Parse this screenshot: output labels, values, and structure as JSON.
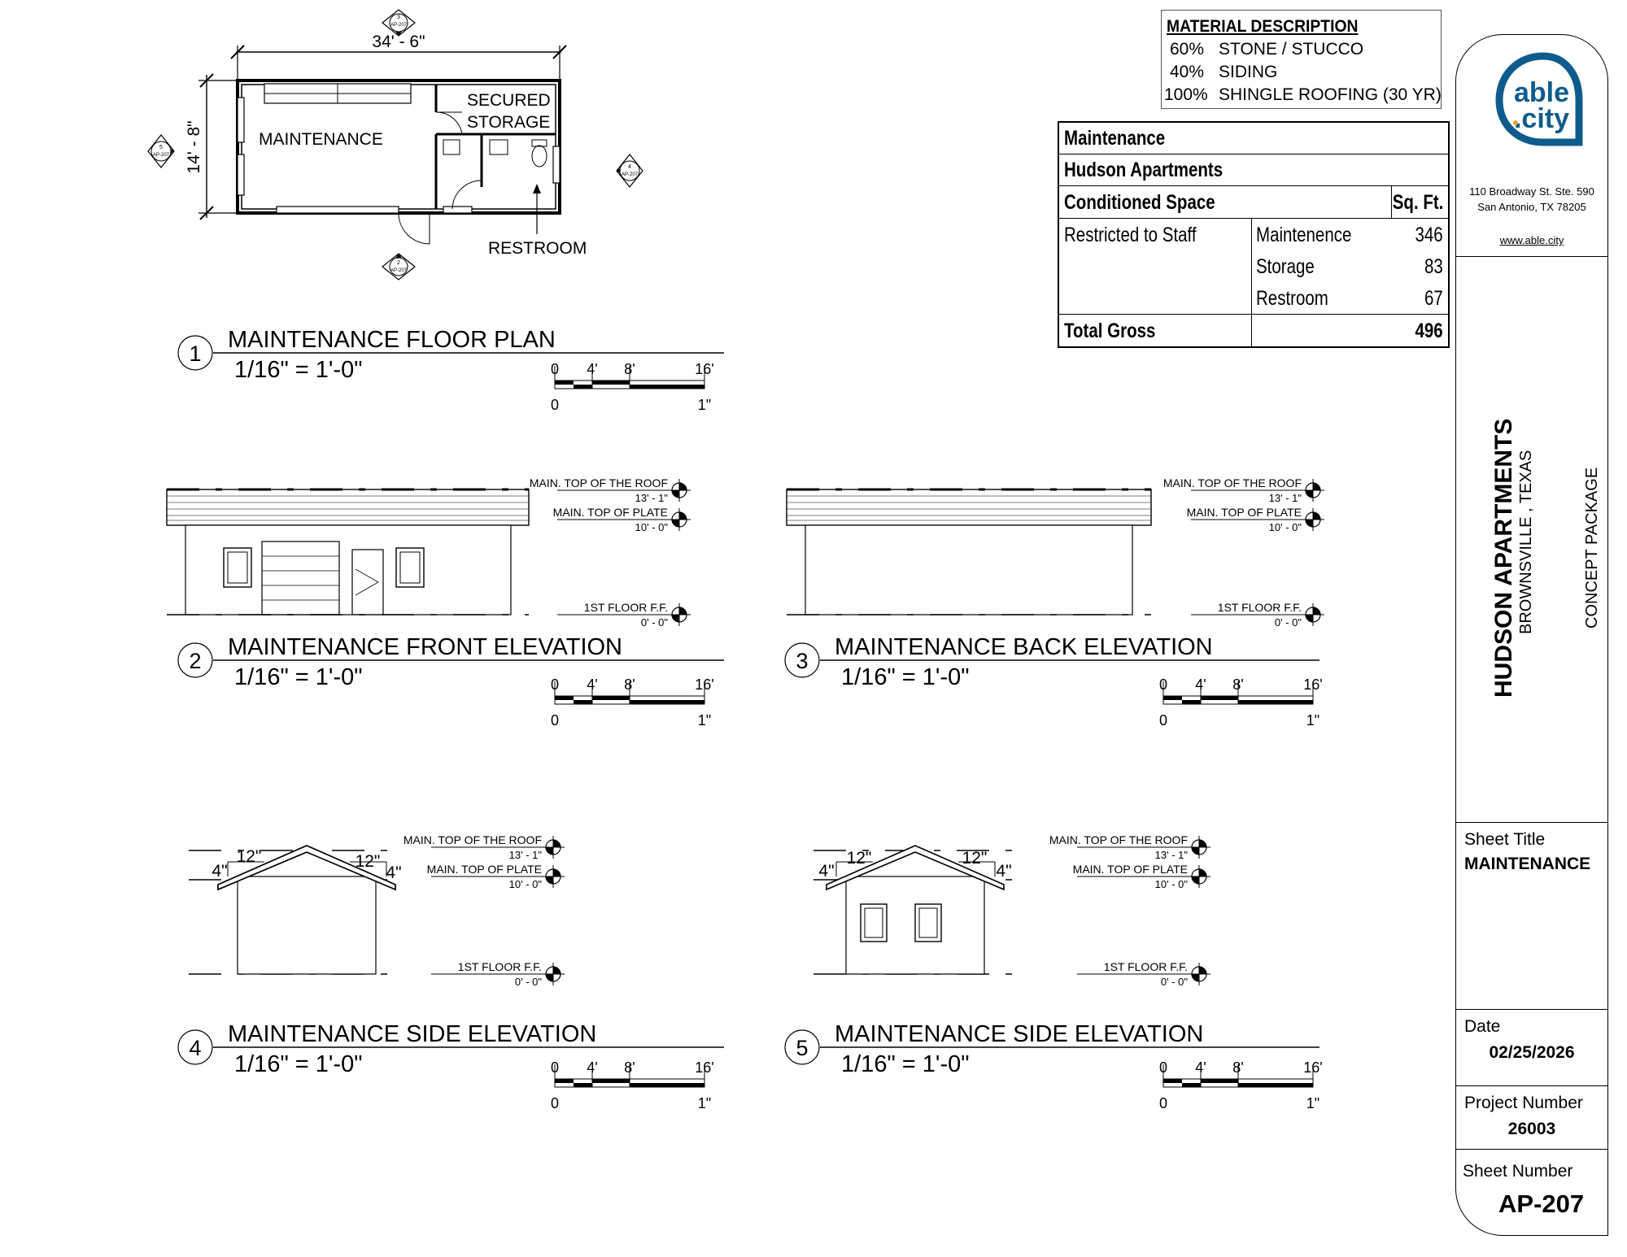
{
  "material": {
    "title": "MATERIAL DESCRIPTION",
    "rows": [
      {
        "pct": "60%",
        "desc": "STONE / STUCCO"
      },
      {
        "pct": "40%",
        "desc": "SIDING"
      },
      {
        "pct": "100%",
        "desc": "SHINGLE ROOFING (30 YR)"
      }
    ]
  },
  "area_table": {
    "title": "Maintenance",
    "project": "Hudson Apartments",
    "header_left": "Conditioned Space",
    "header_right": "Sq. Ft.",
    "group": "Restricted to Staff",
    "rows": [
      {
        "name": "Maintenence",
        "value": "346"
      },
      {
        "name": "Storage",
        "value": "83"
      },
      {
        "name": "Restroom",
        "value": "67"
      }
    ],
    "total_label": "Total Gross",
    "total_value": "496"
  },
  "plan": {
    "width_dim": "34' - 6\"",
    "height_dim": "14' - 8\"",
    "room_maintenance": "MAINTENANCE",
    "room_storage_1": "SECURED",
    "room_storage_2": "STORAGE",
    "room_restroom": "RESTROOM",
    "tag_top_num": "3",
    "tag_bottom_num": "2",
    "tag_left_num": "5",
    "tag_right_num": "4",
    "tag_sheet": "AP-207"
  },
  "views": [
    {
      "num": "1",
      "title": "MAINTENANCE FLOOR PLAN",
      "scale": "1/16\" = 1'-0\""
    },
    {
      "num": "2",
      "title": "MAINTENANCE FRONT ELEVATION",
      "scale": "1/16\" = 1'-0\""
    },
    {
      "num": "3",
      "title": "MAINTENANCE BACK ELEVATION",
      "scale": "1/16\" = 1'-0\""
    },
    {
      "num": "4",
      "title": "MAINTENANCE SIDE ELEVATION",
      "scale": "1/16\" = 1'-0\""
    },
    {
      "num": "5",
      "title": "MAINTENANCE SIDE ELEVATION",
      "scale": "1/16\" = 1'-0\""
    }
  ],
  "scale_bar": {
    "t0": "0",
    "t1": "4'",
    "t2": "8'",
    "t3": "16'",
    "b0": "0",
    "b1": "1\""
  },
  "levels": {
    "roof": "MAIN. TOP OF THE ROOF",
    "roof_elev": "13' - 1\"",
    "plate": "MAIN. TOP OF PLATE",
    "plate_elev": "10' - 0\"",
    "floor": "1ST FLOOR F.F.",
    "floor_elev": "0' - 0\""
  },
  "pitch": {
    "run": "12\"",
    "rise": "4\""
  },
  "title_block": {
    "logo_line1": "able",
    "logo_line2": ".city",
    "address1": "110 Broadway St. Ste. 590",
    "address2": "San Antonio, TX 78205",
    "website": "www.able.city",
    "project_name": "HUDSON APARTMENTS",
    "location": "BROWNSVILLE , TEXAS",
    "package": "CONCEPT PACKAGE",
    "sheet_title_label": "Sheet Title",
    "sheet_title": "MAINTENANCE",
    "date_label": "Date",
    "date": "02/25/2026",
    "project_number_label": "Project Number",
    "project_number": "26003",
    "sheet_number_label": "Sheet Number",
    "sheet_number": "AP-207"
  },
  "colors": {
    "ink": "#000000",
    "logo_blue": "#0f5c8c",
    "logo_orange": "#f2a23a"
  }
}
